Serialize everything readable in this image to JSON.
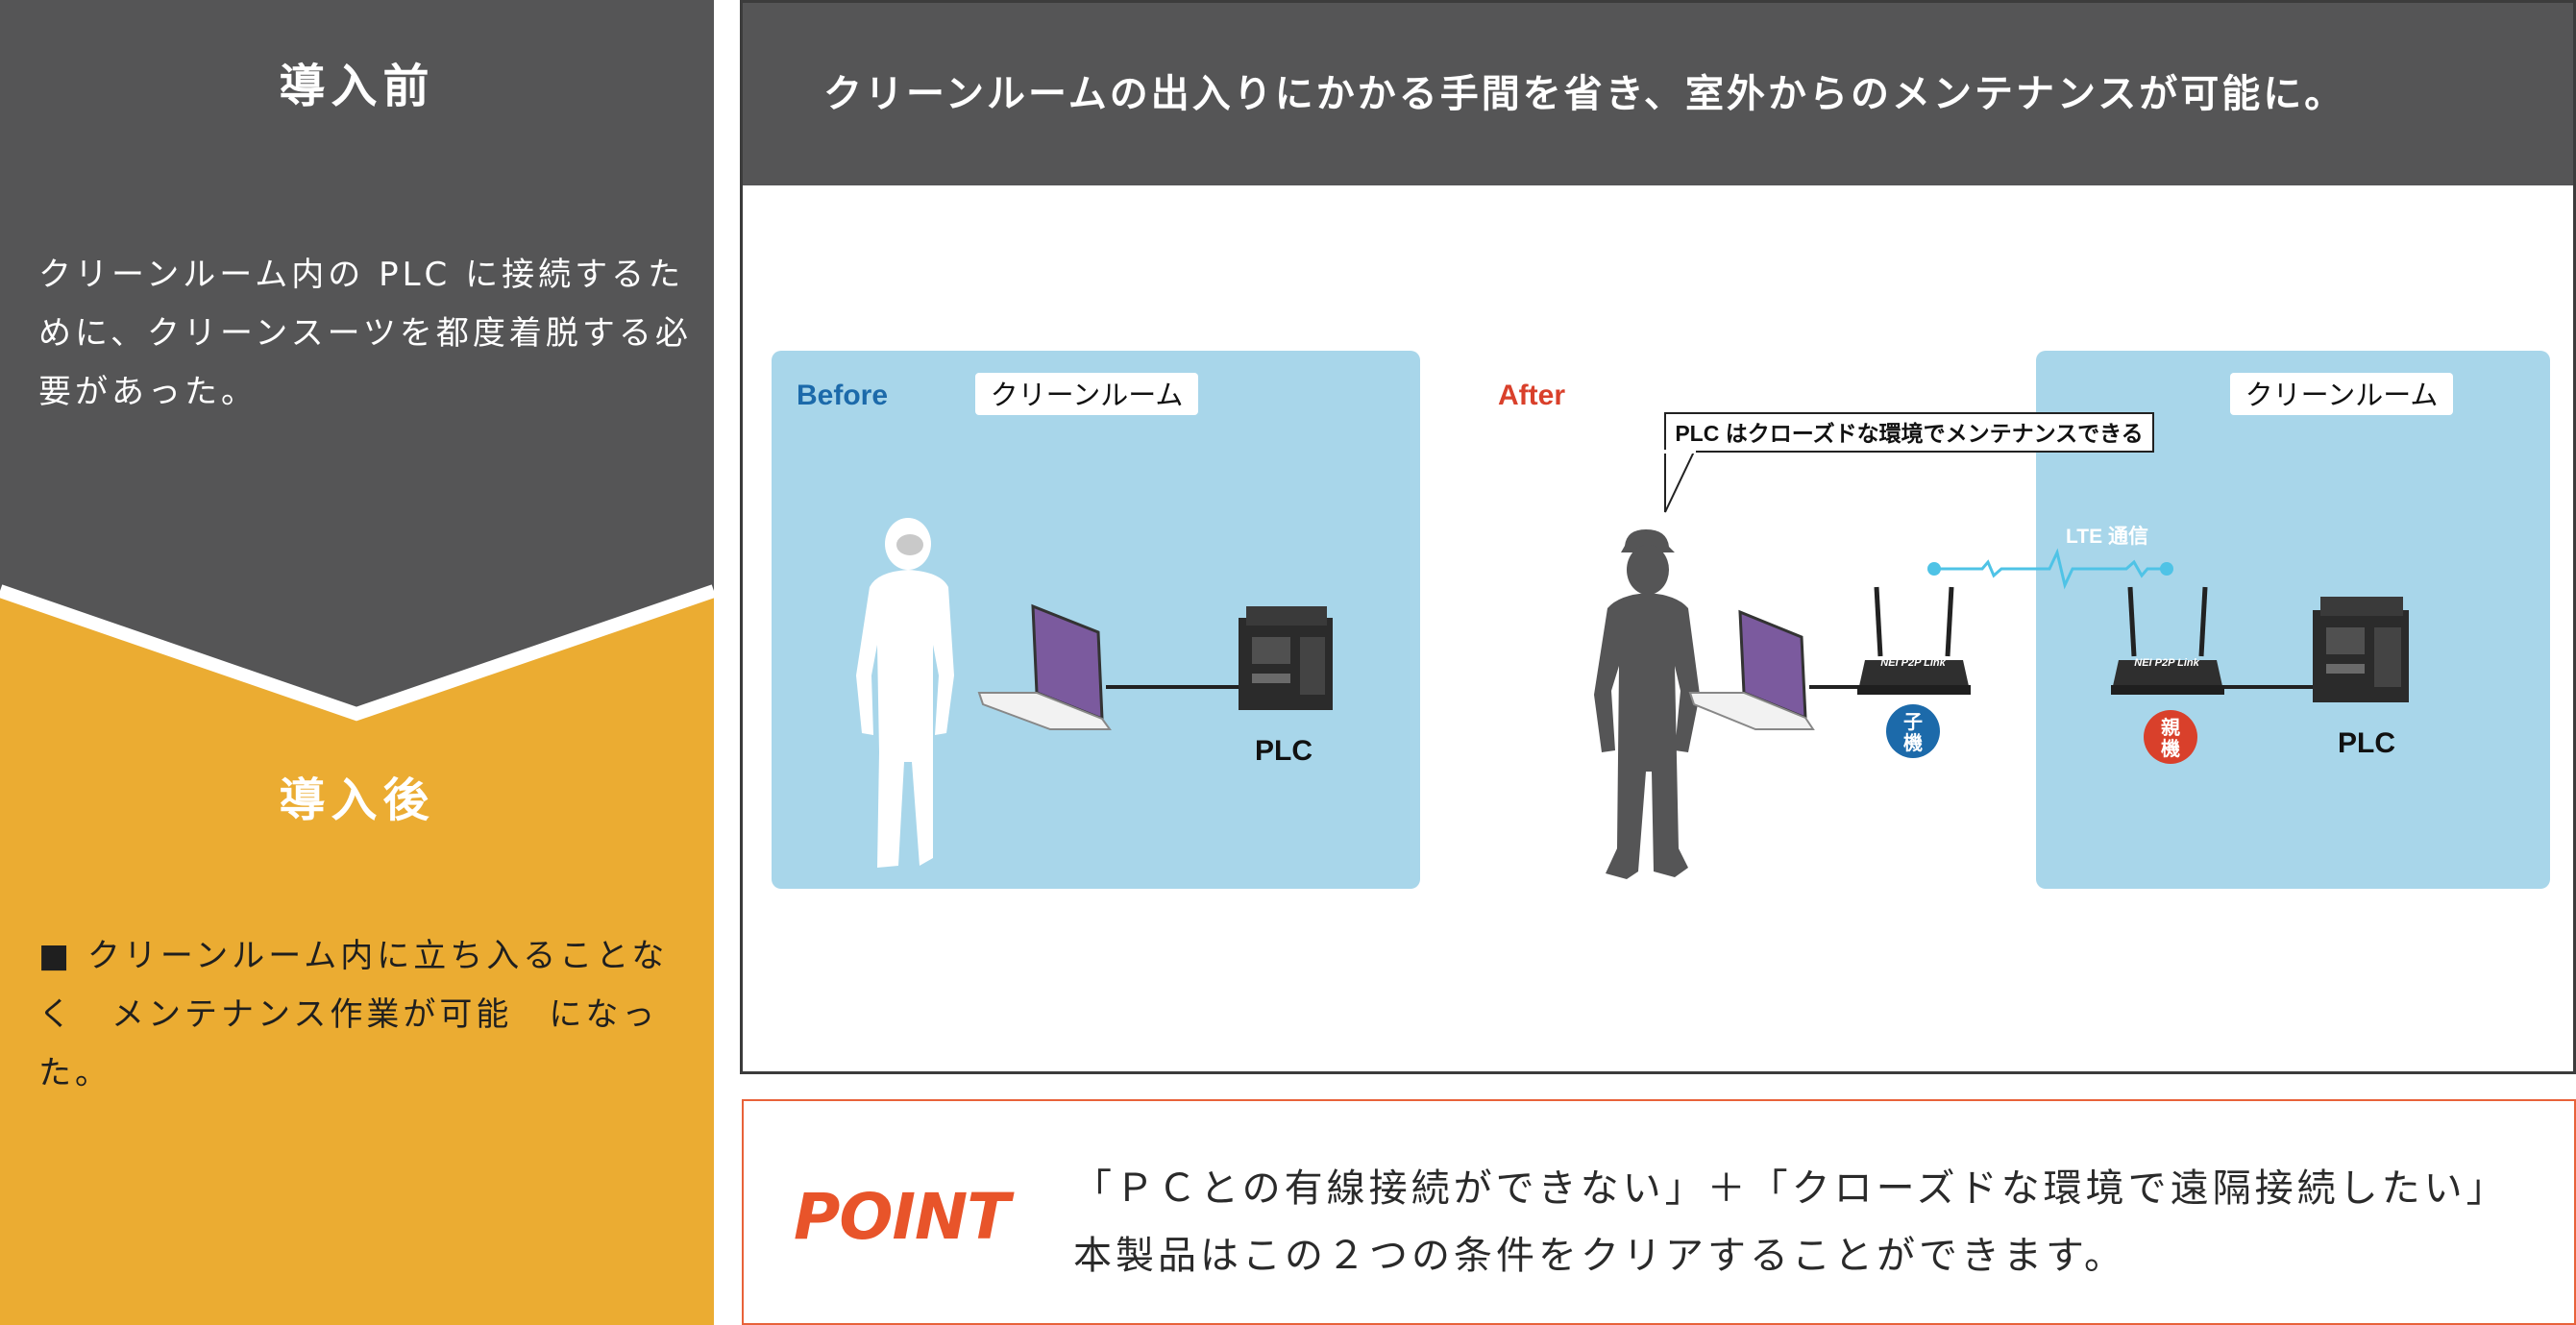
{
  "before": {
    "title": "導入前",
    "text": "クリーンルーム内の PLC に接続するために、クリーンスーツを都度着脱する必要があった。"
  },
  "after": {
    "title": "導入後",
    "text": "■ クリーンルーム内に立ち入ることなく　メンテナンス作業が可能　になった。"
  },
  "main": {
    "title": "クリーンルームの出入りにかかる手間を省き、室外からのメンテナンスが可能に。"
  },
  "diagram": {
    "before_label": "Before",
    "after_label": "After",
    "cleanroom_label_before": "クリーンルーム",
    "cleanroom_label_after": "クリーンルーム",
    "speech_bubble": "PLC はクローズドな環境でメンテナンスできる",
    "lte_label": "LTE 通信",
    "plc_label_before": "PLC",
    "plc_label_after": "PLC",
    "child_badge": [
      "子",
      "機"
    ],
    "parent_badge": [
      "親",
      "機"
    ],
    "router_brand": "NEI P2P Link"
  },
  "point": {
    "label": "POINT",
    "line1": "「ＰＣとの有線接続ができない」＋「クローズドな環境で遠隔接続したい」",
    "line2": "本製品はこの２つの条件をクリアすることができます。"
  },
  "colors": {
    "dark_gray": "#555556",
    "orange": "#ebac32",
    "cleanroom_blue": "#a8d6ea",
    "before_blue": "#1c6aaa",
    "after_red": "#d9402b",
    "point_orange": "#e8542a",
    "lte_cyan": "#4fc3e6"
  }
}
